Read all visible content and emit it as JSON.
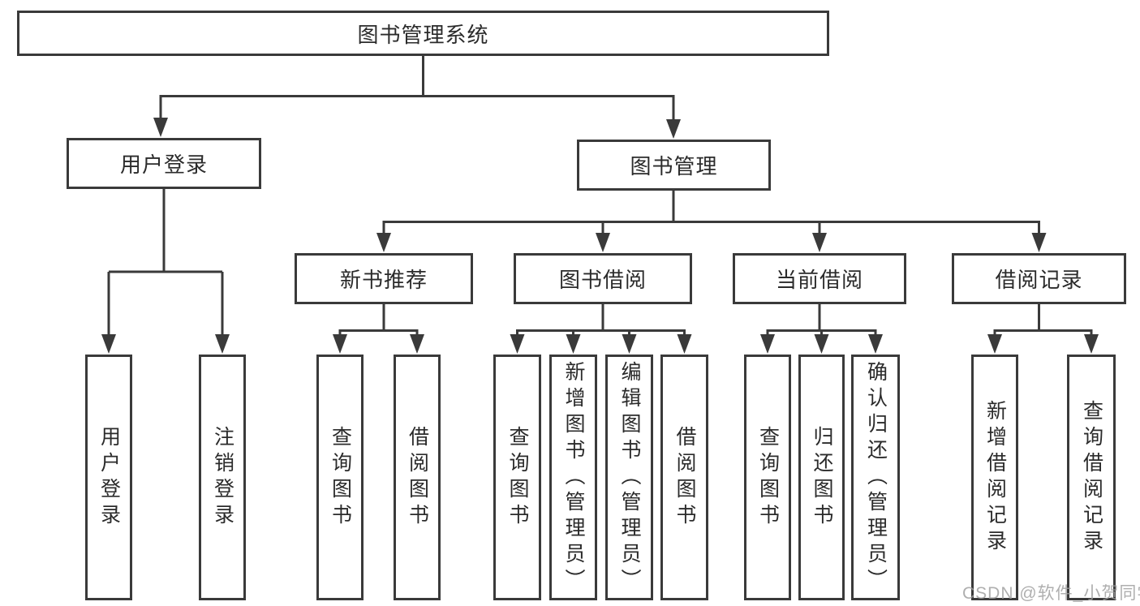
{
  "colors": {
    "line": "#3a3a3a",
    "text": "#2b2b2b",
    "watermark": "#9e9e9e",
    "background": "#ffffff"
  },
  "diagram": {
    "title": "图书管理系统",
    "branches": [
      {
        "label": "用户登录",
        "children": [
          "用户登录",
          "注销登录"
        ]
      },
      {
        "label": "图书管理",
        "groups": [
          {
            "label": "新书推荐",
            "children": [
              "查询图书",
              "借阅图书"
            ]
          },
          {
            "label": "图书借阅",
            "children": [
              "查询图书",
              "新增图书（管理员）",
              "编辑图书（管理员）",
              "借阅图书"
            ]
          },
          {
            "label": "当前借阅",
            "children": [
              "查询图书",
              "归还图书",
              "确认归还（管理员）"
            ]
          },
          {
            "label": "借阅记录",
            "children": [
              "新增借阅记录",
              "查询借阅记录"
            ]
          }
        ]
      }
    ]
  },
  "watermark": {
    "text": "CSDN @软件_小贺同学"
  }
}
